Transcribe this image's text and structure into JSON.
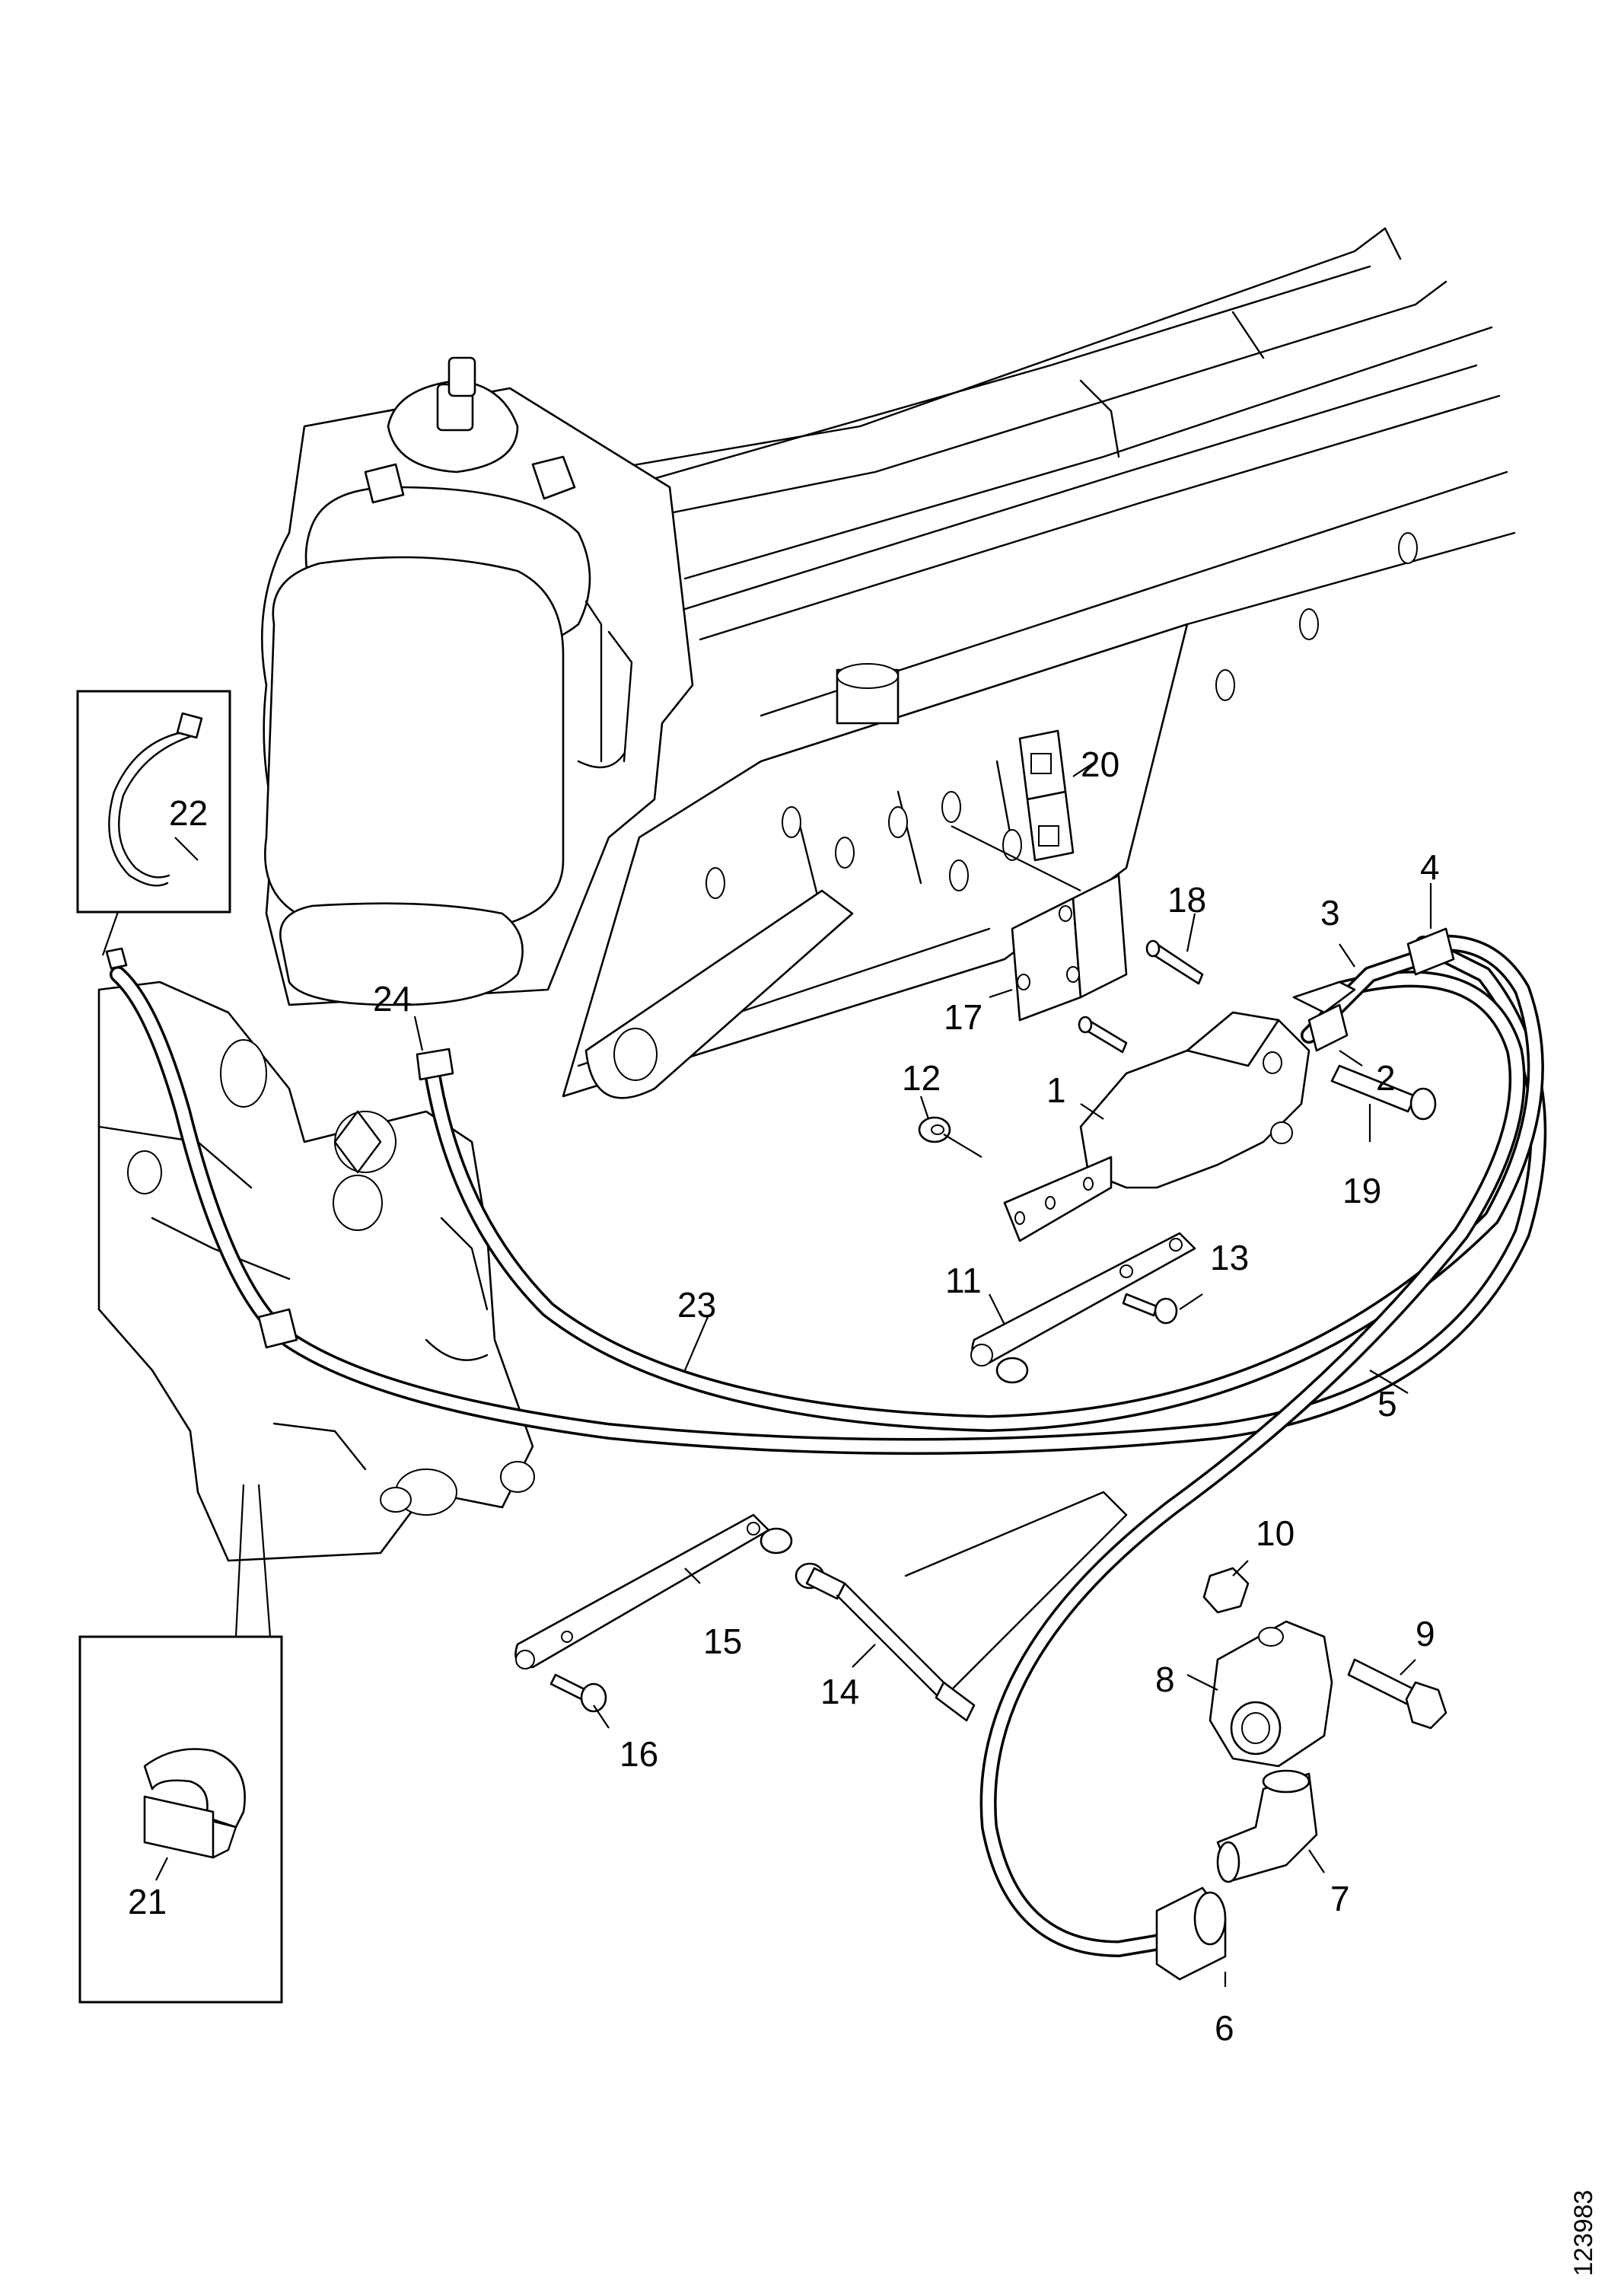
{
  "diagram": {
    "reference_number": "123983",
    "callouts": [
      "1",
      "2",
      "3",
      "4",
      "5",
      "6",
      "7",
      "8",
      "9",
      "10",
      "11",
      "12",
      "13",
      "14",
      "15",
      "16",
      "17",
      "18",
      "19",
      "20",
      "21",
      "22",
      "23",
      "24"
    ]
  }
}
